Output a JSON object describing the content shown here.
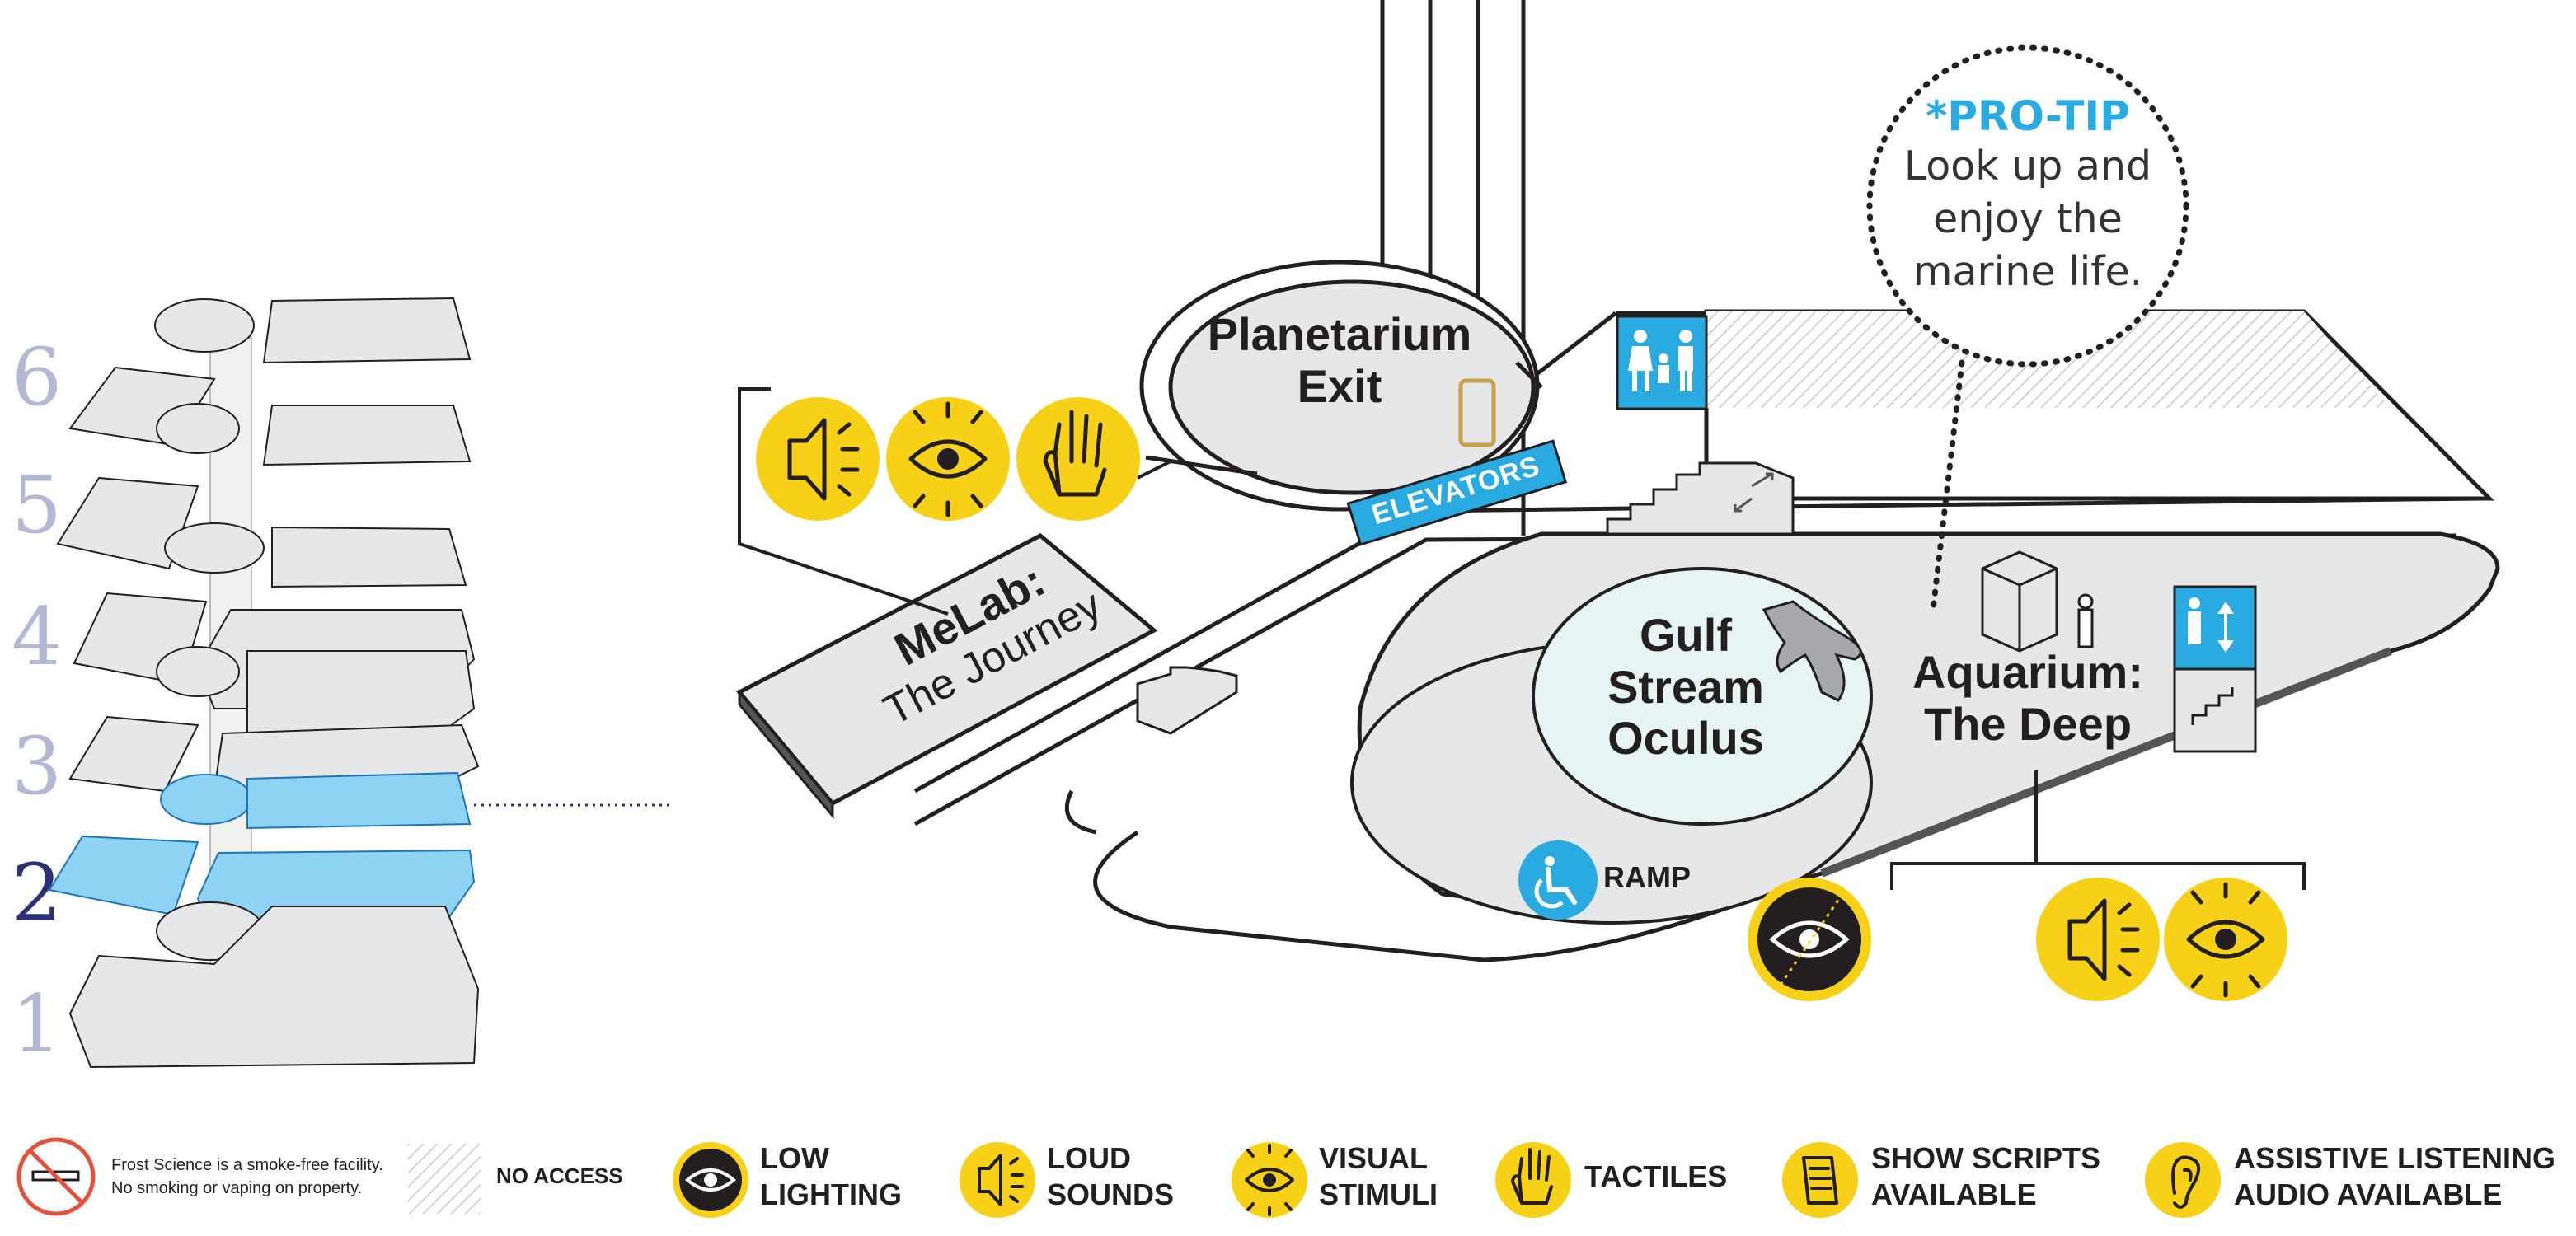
{
  "floors": {
    "numbers": [
      "6",
      "5",
      "4",
      "3",
      "2",
      "1"
    ],
    "current": "2"
  },
  "map": {
    "planetarium_exit": "Planetarium\nExit",
    "planetarium_line1": "Planetarium",
    "planetarium_line2": "Exit",
    "elevators": "ELEVATORS",
    "melab_line1": "MeLab:",
    "melab_line2": "The Journey",
    "oculus_line1": "Gulf",
    "oculus_line2": "Stream",
    "oculus_line3": "Oculus",
    "aquarium_line1": "Aquarium:",
    "aquarium_line2": "The Deep",
    "ramp": "RAMP"
  },
  "pro_tip": {
    "heading": "*PRO-TIP",
    "line1": "Look up and",
    "line2": "enjoy the",
    "line3": "marine life."
  },
  "legend": {
    "smoke_line1": "Frost Science is a smoke-free facility.",
    "smoke_line2": "No smoking or vaping on property.",
    "no_access": "NO ACCESS",
    "low_lighting_1": "LOW",
    "low_lighting_2": "LIGHTING",
    "loud_sounds_1": "LOUD",
    "loud_sounds_2": "SOUNDS",
    "visual_stimuli_1": "VISUAL",
    "visual_stimuli_2": "STIMULI",
    "tactiles": "TACTILES",
    "show_scripts_1": "SHOW SCRIPTS",
    "show_scripts_2": "AVAILABLE",
    "assistive_1": "ASSISTIVE LISTENING",
    "assistive_2": "AUDIO AVAILABLE"
  },
  "icons": {
    "melab": [
      "loud-sounds-icon",
      "visual-stimuli-icon",
      "tactiles-icon"
    ],
    "aquarium": [
      "low-lighting-icon",
      "loud-sounds-icon",
      "visual-stimuli-icon"
    ],
    "accent_yellow": "#f7d117",
    "accent_blue": "#29aae1",
    "floor_highlight": "#8fd3f4",
    "floor_gray": "#e6e7e8"
  }
}
